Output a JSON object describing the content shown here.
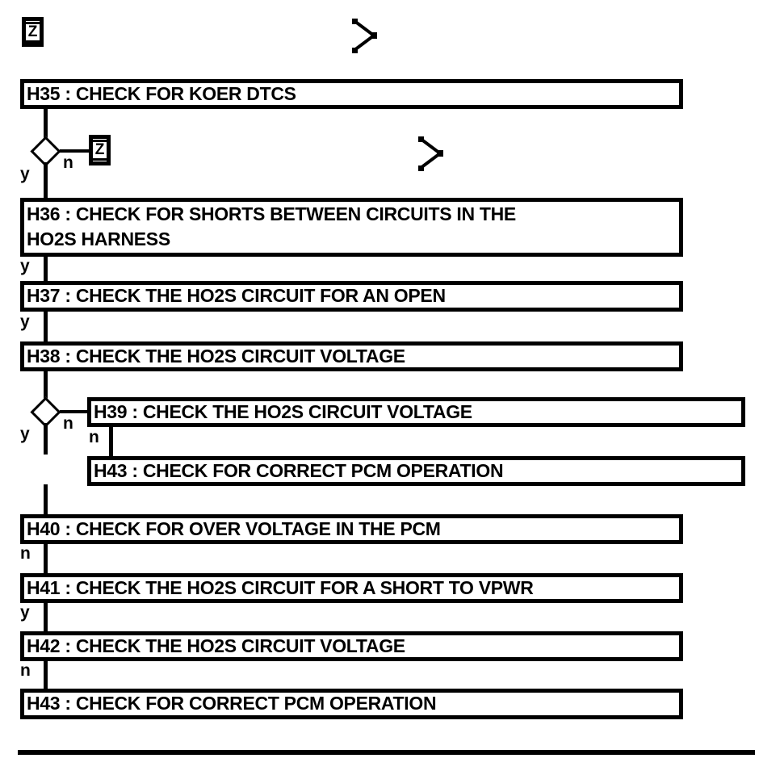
{
  "diagram": {
    "connector_label": "Z",
    "yes_label": "y",
    "no_label": "n",
    "steps": {
      "h35": "H35 : CHECK FOR KOER DTCS",
      "h36_line1": "H36 : CHECK FOR SHORTS BETWEEN CIRCUITS IN THE",
      "h36_line2": "HO2S HARNESS",
      "h37": "H37 : CHECK THE HO2S CIRCUIT FOR AN OPEN",
      "h38": "H38 : CHECK THE HO2S CIRCUIT VOLTAGE",
      "h39": "H39 : CHECK THE HO2S CIRCUIT VOLTAGE",
      "h43_branch": "H43 : CHECK FOR CORRECT PCM OPERATION",
      "h40": "H40 : CHECK FOR OVER VOLTAGE IN THE PCM",
      "h41": "H41 : CHECK THE HO2S CIRCUIT FOR A SHORT TO VPWR",
      "h42": "H42 : CHECK THE HO2S CIRCUIT VOLTAGE",
      "h43_final": "H43 : CHECK FOR CORRECT PCM OPERATION"
    },
    "colors": {
      "ink": "#000000",
      "background": "#ffffff"
    }
  }
}
